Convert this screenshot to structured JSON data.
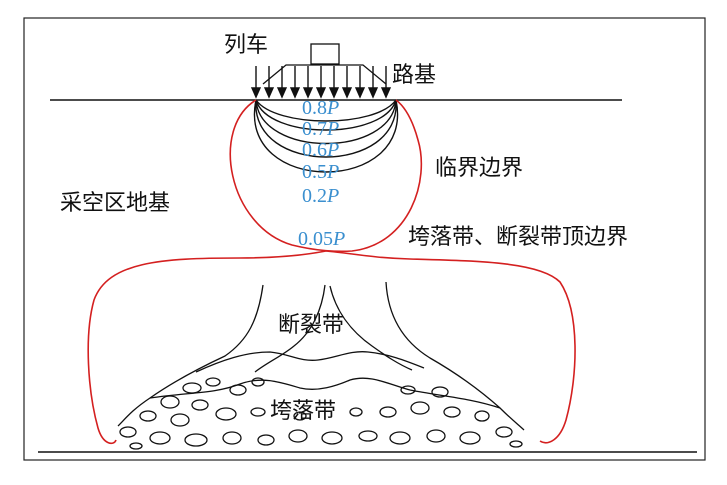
{
  "labels": {
    "train": "列车",
    "subgrade": "路基",
    "critical_boundary": "临界边界",
    "goaf_foundation": "采空区地基",
    "zone_top_boundary": "垮落带、断裂带顶边界",
    "fracture_zone": "断裂带",
    "caving_zone": "垮落带"
  },
  "stress_contours": [
    {
      "coef": "0.8",
      "unit": "P"
    },
    {
      "coef": "0.7",
      "unit": "P"
    },
    {
      "coef": "0.6",
      "unit": "P"
    },
    {
      "coef": "0.5",
      "unit": "P"
    },
    {
      "coef": "0.2",
      "unit": "P"
    },
    {
      "coef": "0.05",
      "unit": "P"
    }
  ],
  "colors": {
    "boundary_red": "#d42020",
    "contour_label_blue": "#3a8fcf",
    "line_black": "#111111"
  }
}
